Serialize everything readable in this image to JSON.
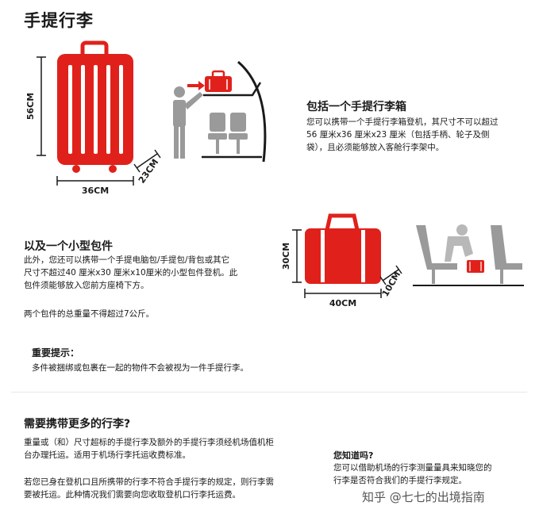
{
  "page": {
    "title": "手提行李"
  },
  "suitcase": {
    "height": "56CM",
    "width": "36CM",
    "depth": "23CM",
    "heading": "包括一个手提行李箱",
    "text": [
      "您可以携带一个手提行李箱登机，其尺寸不可以超过",
      "56 厘米x36 厘米x23 厘米（包括手柄、轮子及侧",
      "袋），且必须能够放入客舱行李架中。"
    ]
  },
  "bag": {
    "height": "30CM",
    "width": "40CM",
    "depth": "10CM",
    "heading": "以及一个小型包件",
    "text": [
      "此外，您还可以携带一个手提电脑包/手提包/背包或其它",
      "尺寸不超过40 厘米x30 厘米x10厘米的小型包件登机。此",
      "包件须能够放入您前方座椅下方。"
    ],
    "weight_note": "两个包件的总重量不得超过7公斤。"
  },
  "important": {
    "heading": "重要提示：",
    "text": "多件被捆绑或包裹在一起的物件不会被视为一件手提行李。"
  },
  "more": {
    "heading": "需要携带更多的行李?",
    "para1": [
      "重量或（和）尺寸超标的手提行李及额外的手提行李须经机场值机柜",
      "台办理托运。适用于机场行李托运收费标准。"
    ],
    "para2": [
      "若您已身在登机口且所携带的行李不符合手提行李的规定，则行李需",
      "要被托运。此种情况我们需要向您收取登机口行李托运费。"
    ]
  },
  "did_you_know": {
    "heading": "您知道吗?",
    "text": [
      "您可以借助机场的行李测量量具来知晓您的",
      "行李是否符合我们的手提行李规定。"
    ]
  },
  "watermark": "知乎 @七七的出境指南",
  "colors": {
    "red": "#e0211b",
    "gray": "#9a9a9a",
    "text": "#1a1a1a"
  }
}
